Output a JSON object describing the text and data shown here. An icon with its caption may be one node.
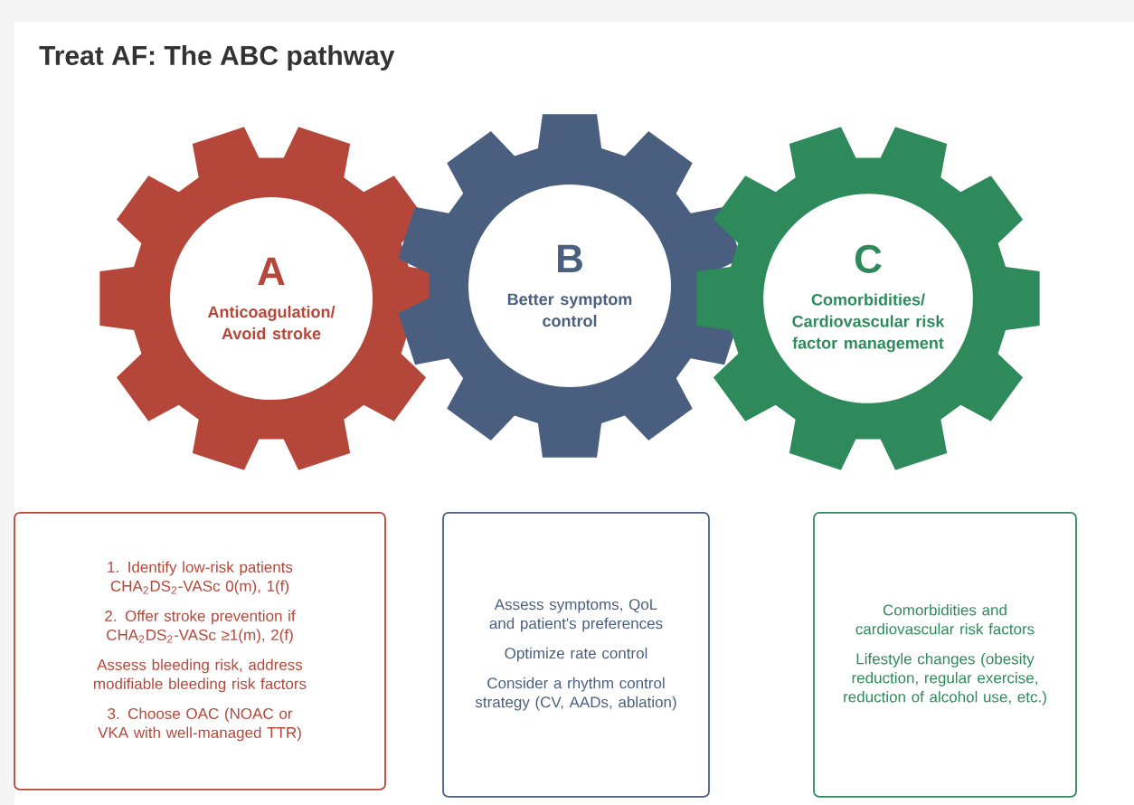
{
  "diagram": {
    "title": "Treat AF: The ABC pathway",
    "nodes": [
      {
        "text": [
          "A",
          "Anticoagulation/ Avoid stroke"
        ]
      },
      {
        "text": [
          "B",
          "Better symptom control"
        ]
      },
      {
        "text": [
          "C",
          "Comorbidities/ Cardiovascular risk factor management"
        ]
      },
      {
        "text": [
          "1. Identify low-risk patients CHA$_{2}$DS$_{2}$-VASc 0(m), 1(f)",
          "2. Offer stroke prevention if CHA$_{2}$DS$_{2}$-VASc ≥1(m), 2(f)",
          "Assess bleeding risk, address modifiable bleeding risk factors",
          "3. Choose OAC (NOAC or VKA with well-managed TTR)"
        ]
      },
      {
        "text": [
          "Assess symptoms, QoL and patient's preferences",
          "Optimize rate control",
          "Consider a rhythm control strategy (CV, AADs, ablation)"
        ]
      },
      {
        "text": [
          "Comorbidities and cardiovascular risk factors",
          "Lifestyle changes (obesity reduction, regular exercise, reduction of alcohol use, etc.)"
        ]
      }
    ],
    "edges": []
  }
}
